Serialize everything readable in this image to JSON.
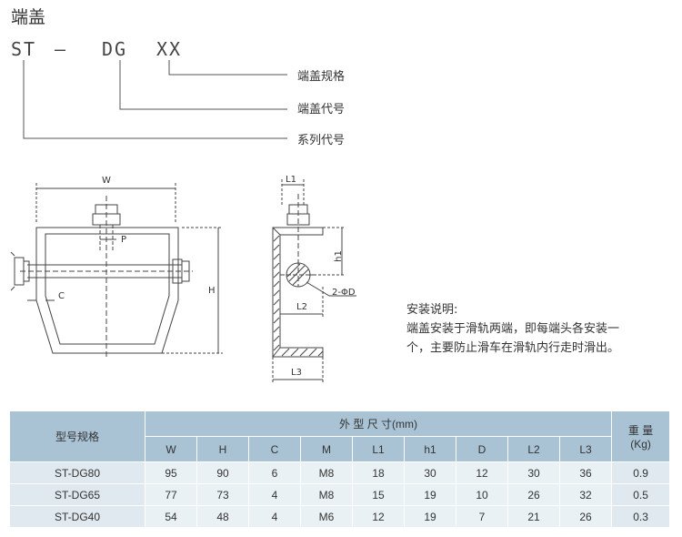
{
  "title": "端盖",
  "code": {
    "part1": "ST",
    "dash": "—",
    "part2": "DG",
    "part3": "XX"
  },
  "legend": {
    "spec": "端盖规格",
    "code": "端盖代号",
    "series": "系列代号"
  },
  "drawing_labels": {
    "w": "W",
    "p": "P",
    "c": "C",
    "h": "H",
    "l1": "L1",
    "h1": "h1",
    "l2": "L2",
    "l3": "L3",
    "d": "2-ΦD"
  },
  "install_note": {
    "heading": "安装说明:",
    "line1": "端盖安装于滑轨两端，即每端头各安装一",
    "line2": "个，主要防止滑车在滑轨内行走时滑出。"
  },
  "table": {
    "model_header": "型号规格",
    "dims_header": "外 型  尺 寸(mm)",
    "weight_header": "重 量",
    "weight_unit": "(Kg)",
    "columns": [
      "W",
      "H",
      "C",
      "M",
      "L1",
      "h1",
      "D",
      "L2",
      "L3"
    ],
    "rows": [
      {
        "model": "ST-DG80",
        "values": [
          "95",
          "90",
          "6",
          "M8",
          "18",
          "30",
          "12",
          "30",
          "36"
        ],
        "weight": "0.9"
      },
      {
        "model": "ST-DG65",
        "values": [
          "77",
          "73",
          "4",
          "M8",
          "15",
          "19",
          "10",
          "26",
          "32"
        ],
        "weight": "0.5"
      },
      {
        "model": "ST-DG40",
        "values": [
          "54",
          "48",
          "4",
          "M6",
          "12",
          "19",
          "7",
          "21",
          "26"
        ],
        "weight": "0.3"
      }
    ]
  }
}
